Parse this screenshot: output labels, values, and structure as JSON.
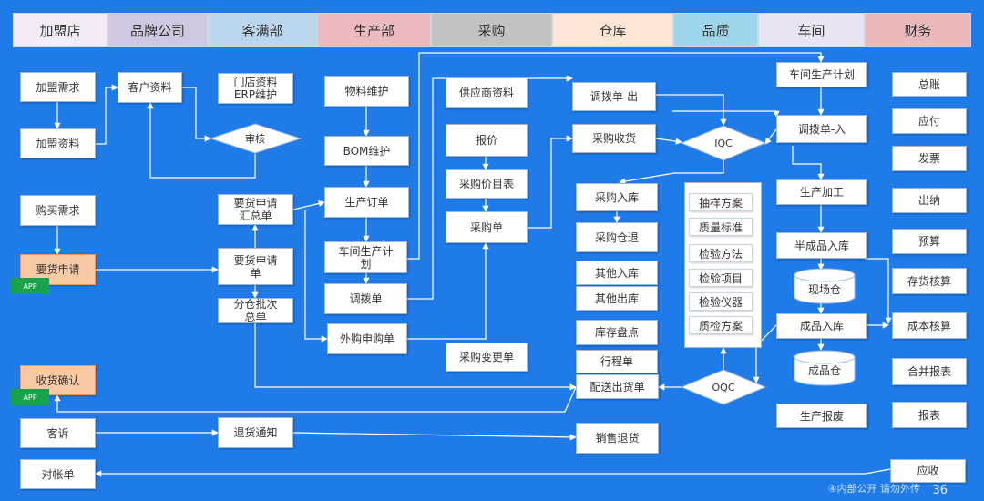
{
  "headers": [
    {
      "label": "加盟店",
      "color": "#f3ecf7"
    },
    {
      "label": "品牌公司",
      "color": "#cfc6e0"
    },
    {
      "label": "客满部",
      "color": "#bcd6ee"
    },
    {
      "label": "生产部",
      "color": "#edbbbf"
    },
    {
      "label": "采购",
      "color": "#c2c2c2"
    },
    {
      "label": "仓库",
      "color": "#fde6d6"
    },
    {
      "label": "品质",
      "color": "#9fd5e8"
    },
    {
      "label": "车间",
      "color": "#e9e4f2"
    },
    {
      "label": "财务",
      "color": "#ebb9bb"
    }
  ],
  "nodes": {
    "franchise_demand": "加盟需求",
    "franchise_info": "加盟资料",
    "customer_info": "客户资料",
    "store_info": "门店资料\nERP维护",
    "review": "审核",
    "purchase_demand": "购买需求",
    "request_goods": "要货申请",
    "receipt_confirm": "收货确认",
    "complaint": "客诉",
    "reconcile": "对帐单",
    "request_summary": "要货申请\n汇总单",
    "request_form": "要货申请\n单",
    "split_summary": "分仓批次\n总单",
    "return_notice": "退货通知",
    "material_maint": "物料维护",
    "bom_maint": "BOM维护",
    "production_order": "生产订单",
    "workshop_plan_prod": "车间生产计\n划",
    "transfer_order": "调拨单",
    "outsource_order": "外购申购单",
    "supplier_info": "供应商资料",
    "quote": "报价",
    "price_list": "采购价目表",
    "purchase_order": "采购单",
    "purchase_change": "采购变更单",
    "transfer_out": "调拨单-出",
    "purchase_receipt": "采购收货",
    "purchase_in": "采购入库",
    "purchase_return": "采购仓退",
    "other_in": "其他入库",
    "other_out": "其他出库",
    "stock_count": "库存盘点",
    "trip_order": "行程单",
    "delivery_order": "配送出货单",
    "sales_return": "销售退货",
    "iqc": "IQC",
    "oqc": "OQC",
    "workshop_plan": "车间生产计划",
    "transfer_in": "调拨单-入",
    "prod_process": "生产加工",
    "semi_in": "半成品入库",
    "site_warehouse": "现场仓",
    "finished_in": "成品入库",
    "finished_warehouse": "成品仓",
    "prod_scrap": "生产报废",
    "ledger": "总账",
    "payable": "应付",
    "invoice": "发票",
    "cashier": "出纳",
    "budget": "预算",
    "inventory_acct": "存货核算",
    "cost_acct": "成本核算",
    "consolidated": "合并报表",
    "reports": "报表",
    "receivable": "应收"
  },
  "iqc_items": [
    "抽样方案",
    "质量标准",
    "检验方法",
    "检验项目",
    "检验仪器",
    "质检方案"
  ],
  "app_badge": "APP",
  "footer_text": "④内部公开 请勿外传",
  "page_number": "36"
}
